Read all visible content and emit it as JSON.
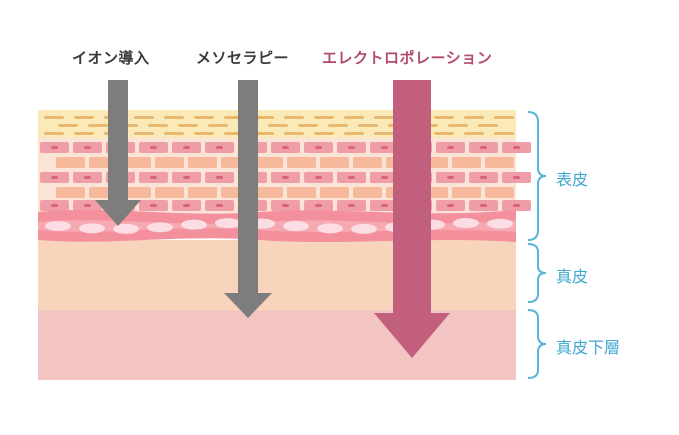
{
  "methods": [
    {
      "label": "イオン導入",
      "color": "#3a3a3a"
    },
    {
      "label": "メソセラピー",
      "color": "#3a3a3a"
    },
    {
      "label": "エレクトロポレーション",
      "color": "#b24a6e"
    }
  ],
  "layers": [
    {
      "label": "表皮"
    },
    {
      "label": "真皮"
    },
    {
      "label": "真皮下層"
    }
  ],
  "colors": {
    "arrow_gray": "#7d7d7d",
    "arrow_pink": "#c25f7d",
    "bracket": "#57b6d8",
    "label_blue": "#3ea8d2",
    "dermis": "#f9d4bd",
    "subdermis": "#f2c4c2",
    "brick_orange": "#f6b99b",
    "brick_pink": "#ef9ea7",
    "yellow_layer": "#fbeab8"
  }
}
